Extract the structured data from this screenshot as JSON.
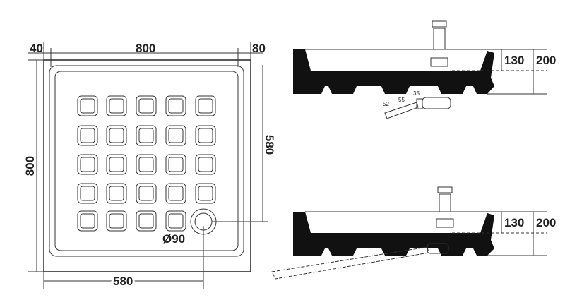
{
  "plan_view": {
    "top_left_margin": "40",
    "top_width": "800",
    "top_right_margin": "80",
    "left_height": "800",
    "right_height": "580",
    "bottom_width": "580",
    "drain_diameter": "Ø90"
  },
  "section_top": {
    "inner_depth": "130",
    "total_height": "200",
    "pipe_dims": [
      "52",
      "55",
      "35"
    ]
  },
  "section_bottom": {
    "inner_depth": "130",
    "total_height": "200"
  },
  "colors": {
    "profile": "#111111",
    "line": "#333333"
  }
}
